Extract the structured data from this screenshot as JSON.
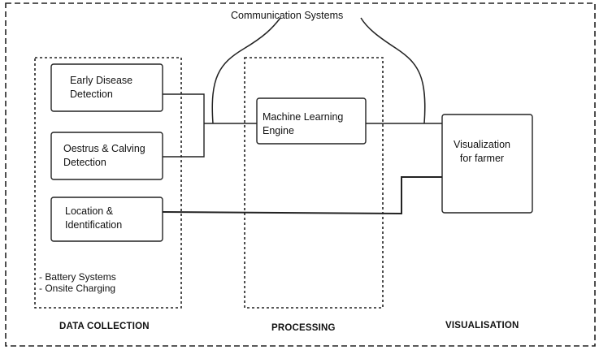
{
  "title": "Communication Systems",
  "boxes": {
    "early_disease": "Early Disease\nDetection",
    "oestrus": "Oestrus & Calving\nDetection",
    "location": "Location &\nIdentification",
    "ml_engine": "Machine Learning\nEngine",
    "visualization": "Visualization\nfor farmer"
  },
  "notes": {
    "battery": "- Battery Systems",
    "charging": "- Onsite Charging"
  },
  "sections": {
    "data_collection": "DATA COLLECTION",
    "processing": "PROCESSING",
    "visualisation": "VISUALISATION"
  }
}
